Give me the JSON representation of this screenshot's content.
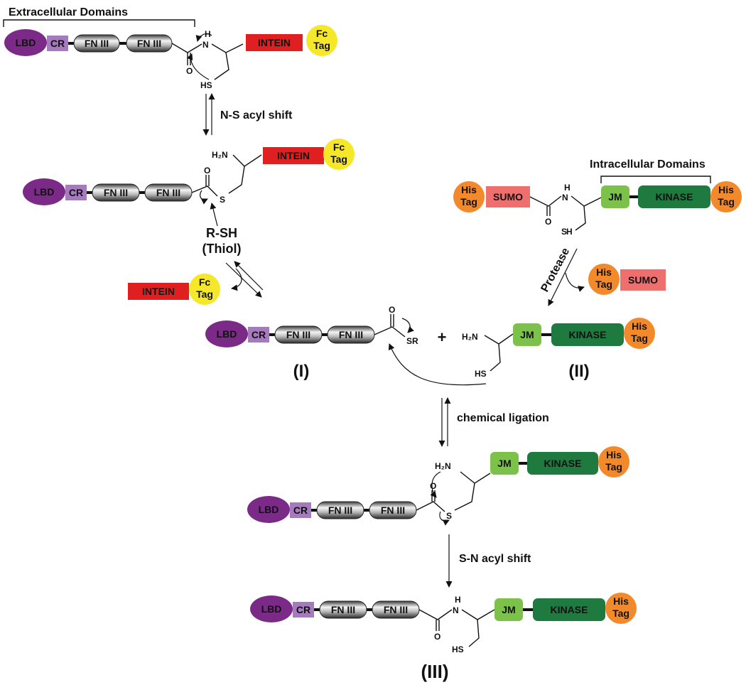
{
  "titles": {
    "extracellular": "Extracellular Domains",
    "intracellular": "Intracellular Domains"
  },
  "domains": {
    "lbd": "LBD",
    "cr": "CR",
    "fn3": "FN III",
    "intein": "INTEIN",
    "fc_line1": "Fc",
    "fc_line2": "Tag",
    "his_line1": "His",
    "his_line2": "Tag",
    "sumo": "SUMO",
    "jm": "JM",
    "kinase": "KINASE"
  },
  "chem": {
    "nh_n": "N",
    "nh_h": "H",
    "o": "O",
    "s": "S",
    "hs": "HS",
    "h2n": "H₂N",
    "sr": "SR",
    "plus": "+",
    "thiol_line1": "R-SH",
    "thiol_line2": "(Thiol)"
  },
  "steps": {
    "ns_shift": "N-S acyl shift",
    "protease": "Protease",
    "chemical_ligation": "chemical ligation",
    "sn_shift": "S-N acyl shift"
  },
  "compounds": {
    "i": "(I)",
    "ii": "(II)",
    "iii": "(III)"
  },
  "colors": {
    "lbd": "#7b2a87",
    "cr": "#a57bbd",
    "intein": "#e02020",
    "fc": "#f5e82a",
    "his": "#f28a2c",
    "sumo": "#ef6f6f",
    "jm": "#7cc24a",
    "kinase": "#1f7a3f"
  }
}
